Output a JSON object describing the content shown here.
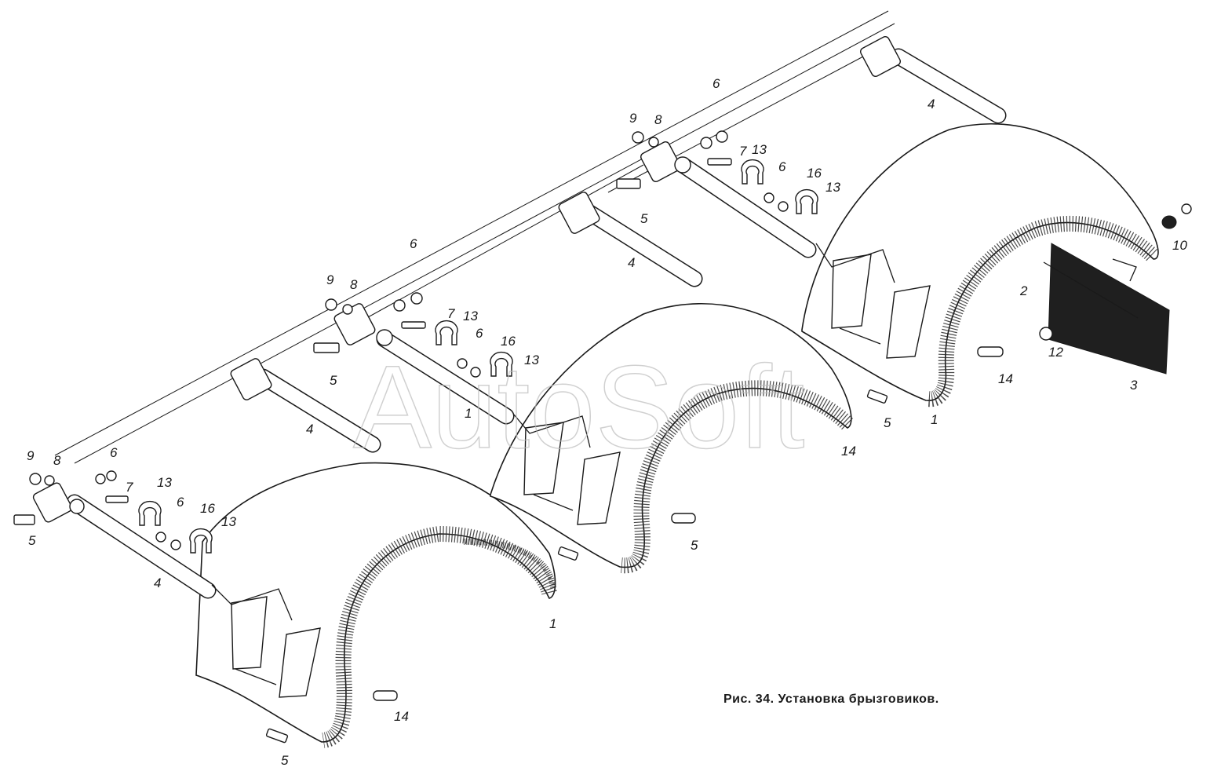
{
  "caption": "Рис. 34. Установка брызговиков.",
  "watermark": "AutoSoft",
  "callouts": {
    "front_assembly": [
      "9",
      "8",
      "6",
      "7",
      "5",
      "13",
      "6",
      "16",
      "13",
      "4",
      "1",
      "14",
      "5"
    ],
    "middle_assembly": [
      "9",
      "8",
      "6",
      "7",
      "13",
      "6",
      "16",
      "13",
      "5",
      "4",
      "4",
      "1",
      "14",
      "5"
    ],
    "rear_assembly": [
      "4",
      "9",
      "8",
      "6",
      "7",
      "13",
      "6",
      "16",
      "13",
      "5",
      "1",
      "14",
      "5",
      "10",
      "2",
      "12",
      "3"
    ]
  }
}
